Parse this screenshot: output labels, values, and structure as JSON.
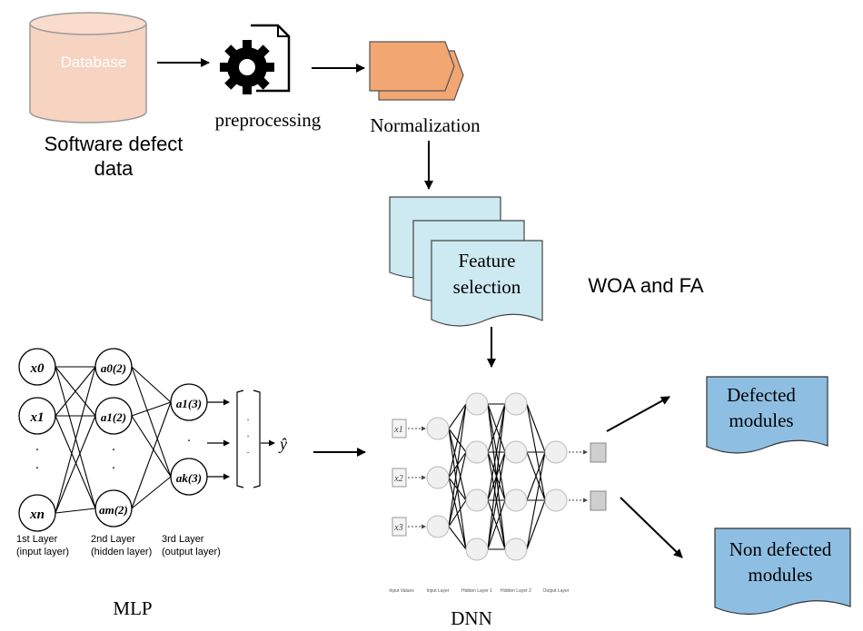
{
  "database": {
    "label": "Database",
    "caption_line1": "Software defect",
    "caption_line2": "data"
  },
  "preprocessing": {
    "label": "preprocessing"
  },
  "normalization": {
    "label": "Normalization"
  },
  "feature_selection": {
    "line1": "Feature",
    "line2": "selection",
    "method": "WOA and FA"
  },
  "mlp": {
    "caption": "MLP",
    "input_nodes": [
      "x0",
      "x1",
      "·",
      "·",
      "xn"
    ],
    "hidden_nodes": [
      "a0(2)",
      "a1(2)",
      "·",
      "·",
      "am(2)"
    ],
    "output_nodes": [
      "a1(3)",
      "·",
      "ak(3)"
    ],
    "output_symbol": "ŷ",
    "layer1_line1": "1st Layer",
    "layer1_line2": "(input layer)",
    "layer2_line1": "2nd Layer",
    "layer2_line2": "(hidden layer)",
    "layer3_line1": "3rd Layer",
    "layer3_line2": "(output layer)"
  },
  "dnn": {
    "caption": "DNN",
    "inputs": [
      "x1",
      "x2",
      "x3"
    ],
    "bottom_labels": [
      "Input Values",
      "Input Layer",
      "Hidden Layer 1",
      "Hidden Layer 2",
      "Output Layer"
    ]
  },
  "outputs": {
    "defected_line1": "Defected",
    "defected_line2": "modules",
    "nondefected_line1": "Non defected",
    "nondefected_line2": "modules"
  },
  "colors": {
    "database_fill": "#f7d3c2",
    "normalization_fill": "#f2a672",
    "feature_fill": "#cde9f1",
    "module_fill": "#8ebfe3",
    "node_fill": "#f0f0f0"
  }
}
